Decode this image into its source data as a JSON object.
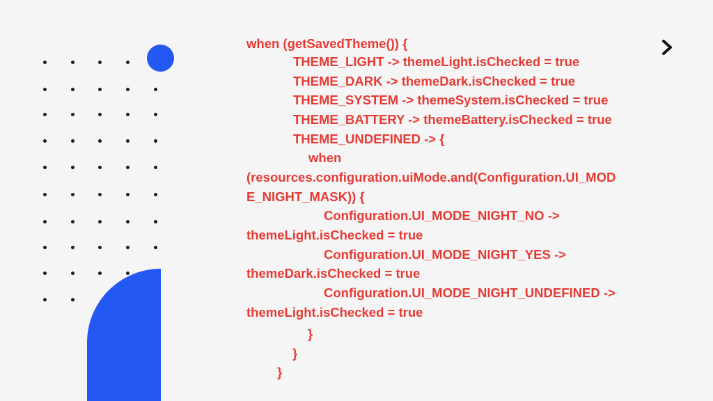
{
  "code": {
    "lines": [
      "when (getSavedTheme()) {",
      "THEME_LIGHT -> themeLight.isChecked = true",
      "THEME_DARK -> themeDark.isChecked = true",
      "THEME_SYSTEM -> themeSystem.isChecked = true",
      "THEME_BATTERY -> themeBattery.isChecked = true",
      "THEME_UNDEFINED -> {",
      "when",
      "(resources.configuration.uiMode.and(Configuration.UI_MOD",
      "E_NIGHT_MASK)) {",
      "Configuration.UI_MODE_NIGHT_NO ->",
      "themeLight.isChecked = true",
      "Configuration.UI_MODE_NIGHT_YES ->",
      "themeDark.isChecked = true",
      "Configuration.UI_MODE_NIGHT_UNDEFINED ->",
      "themeLight.isChecked = true",
      "}",
      "}",
      "}"
    ]
  },
  "navigation": {
    "next_icon": "chevron-right-icon"
  },
  "colors": {
    "accent_blue": "#2458f3",
    "code_red": "#e53b35",
    "background": "#f6f5f5",
    "dots": "#1c1c1c"
  }
}
